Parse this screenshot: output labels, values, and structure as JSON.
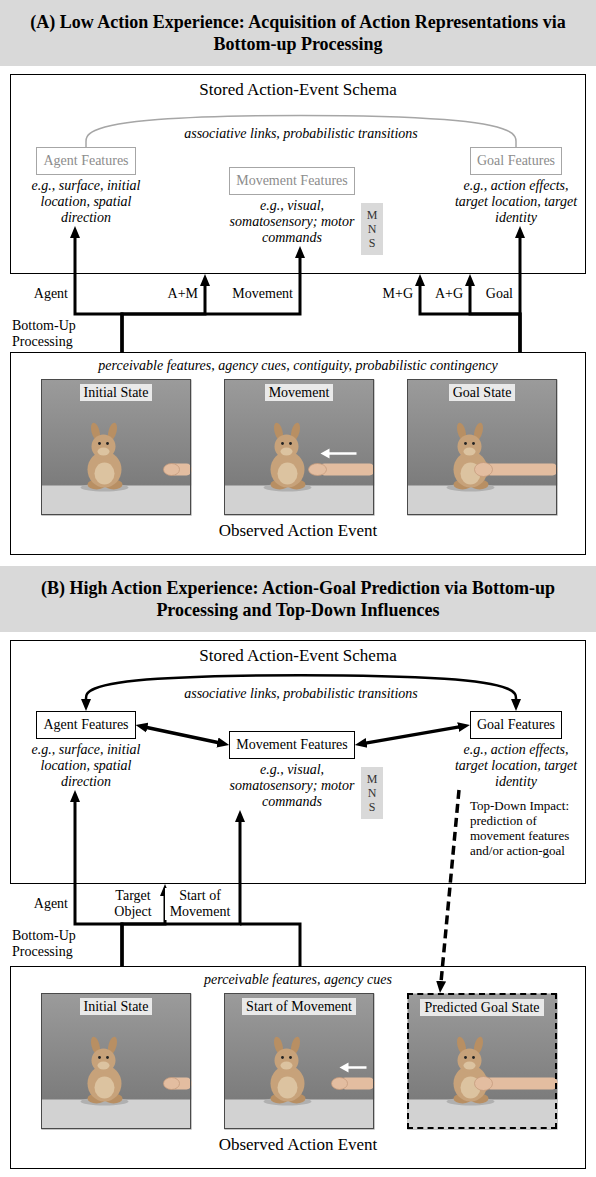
{
  "diagram": {
    "nodes": [
      {
        "text": [
          "(A) Low Action Experience: Acquisition of Action Representations via Bottom-up Processing"
        ]
      },
      {
        "text": [
          "Stored Action-Event Schema"
        ]
      },
      {
        "text": [
          "Agent Features",
          "e.g., surface, initial location, spatial direction"
        ],
        "in": 1
      },
      {
        "text": [
          "Movement Features",
          "e.g., visual, somatosensory; motor commands"
        ],
        "in": 1
      },
      {
        "text": [
          "M N S"
        ],
        "in": 1
      },
      {
        "text": [
          "Goal Features",
          "e.g., action effects, target location, target identity"
        ],
        "in": 1
      },
      {
        "text": [
          "perceivable features, agency cues, contiguity, probabilistic contingency",
          "Observed Action Event"
        ]
      },
      {
        "text": [
          "Initial State"
        ],
        "in": 6
      },
      {
        "text": [
          "Movement"
        ],
        "in": 6
      },
      {
        "text": [
          "Goal State"
        ],
        "in": 6
      },
      {
        "text": [
          "(B) High Action Experience: Action-Goal Prediction via Bottom-up Processing and Top-Down Influences"
        ]
      },
      {
        "text": [
          "Stored Action-Event Schema"
        ]
      },
      {
        "text": [
          "Agent Features",
          "e.g., surface, initial location, spatial direction"
        ],
        "in": 11
      },
      {
        "text": [
          "Movement Features",
          "e.g., visual, somatosensory; motor commands"
        ],
        "in": 11
      },
      {
        "text": [
          "M N S"
        ],
        "in": 11
      },
      {
        "text": [
          "Goal Features",
          "e.g., action effects, target location, target identity"
        ],
        "in": 11
      },
      {
        "text": [
          "perceivable features, agency cues",
          "Observed Action Event"
        ]
      },
      {
        "text": [
          "Initial State"
        ],
        "in": 16
      },
      {
        "text": [
          "Start of Movement"
        ],
        "in": 16
      },
      {
        "text": [
          "Predicted Goal State"
        ],
        "in": 16
      }
    ],
    "edges": [
      {
        "from": 2,
        "to": 5,
        "arrow": "none",
        "label": "associative links, probabilistic transitions"
      },
      {
        "from": 6,
        "to": 2,
        "arrow": "to",
        "label": "Agent"
      },
      {
        "from": 6,
        "to": 1,
        "arrow": "to",
        "label": "A+M"
      },
      {
        "from": 6,
        "to": 3,
        "arrow": "to",
        "label": "Movement"
      },
      {
        "from": 6,
        "to": 1,
        "arrow": "to",
        "label": "M+G"
      },
      {
        "from": 6,
        "to": 1,
        "arrow": "to",
        "label": "A+G"
      },
      {
        "from": 6,
        "to": 5,
        "arrow": "to",
        "label": "Goal"
      },
      {
        "from": 12,
        "to": 15,
        "arrow": "both",
        "label": "associative links, probabilistic transitions"
      },
      {
        "from": 12,
        "to": 13,
        "arrow": "both"
      },
      {
        "from": 13,
        "to": 15,
        "arrow": "both"
      },
      {
        "from": 16,
        "to": 12,
        "arrow": "to",
        "label": "Agent"
      },
      {
        "from": 16,
        "to": 11,
        "arrow": "to",
        "label": "Target Object"
      },
      {
        "from": 16,
        "to": 13,
        "arrow": "to",
        "label": "Start of Movement"
      },
      {
        "from": 15,
        "to": 19,
        "arrow": "to",
        "label": "Top-Down Impact: prediction of movement features and/or action-goal"
      }
    ],
    "labels": [
      "Bottom-Up Processing",
      "Bottom-Up Processing"
    ]
  }
}
